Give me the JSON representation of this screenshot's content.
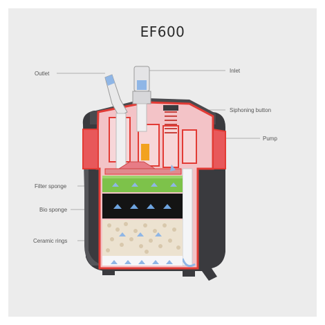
{
  "title": "EF600",
  "labels": {
    "outlet": "Outlet",
    "inlet": "Inlet",
    "siphoning_button": "Siphoning button",
    "pump": "Pump",
    "filter_sponge": "Filter sponge",
    "bio_sponge": "Bio sponge",
    "ceramic_rings": "Ceramic rings"
  },
  "colors": {
    "background": "#ececec",
    "housing_dark": "#3a3a3e",
    "housing_red": "#e23b35",
    "interior_pink": "#f3c3c7",
    "filter_sponge": "#7dc24a",
    "bio_sponge": "#141414",
    "ceramic": "#ece2d0",
    "water_arrow": "#8fb6e6",
    "leader_line": "#9a9a9a"
  }
}
